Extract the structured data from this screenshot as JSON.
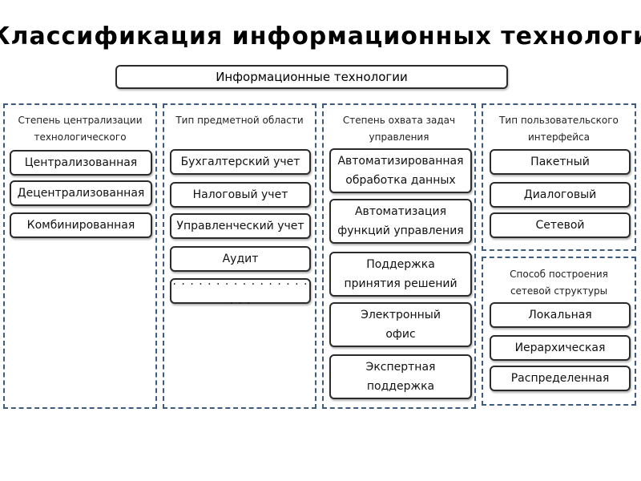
{
  "title": "Классификация информационных технологий",
  "root": "Информационные технологии",
  "groups": [
    {
      "title": "Степень централизации технологического процесса",
      "items": [
        "Централизованная",
        "Децентрализованная",
        "Комбинированная"
      ]
    },
    {
      "title": "Тип предметной области",
      "items": [
        "Бухгалтерский учет",
        "Налоговый учет",
        "Управленческий учет",
        "Аудит",
        ". . . . . . . . . . . . . . . . . . ."
      ]
    },
    {
      "title": "Степень охвата задач управления",
      "items": [
        "Автоматизированная\nобработка данных",
        "Автоматизация\nфункций управления",
        "Поддержка\nпринятия решений",
        "Электронный\nофис",
        "Экспертная\nподдержка"
      ]
    },
    {
      "title": "Тип пользовательского интерфейса",
      "items": [
        "Пакетный",
        "Диалоговый",
        "Сетевой"
      ]
    },
    {
      "title": "Способ построения сетевой структуры",
      "items": [
        "Локальная",
        "Иерархическая",
        "Распределенная"
      ]
    }
  ]
}
